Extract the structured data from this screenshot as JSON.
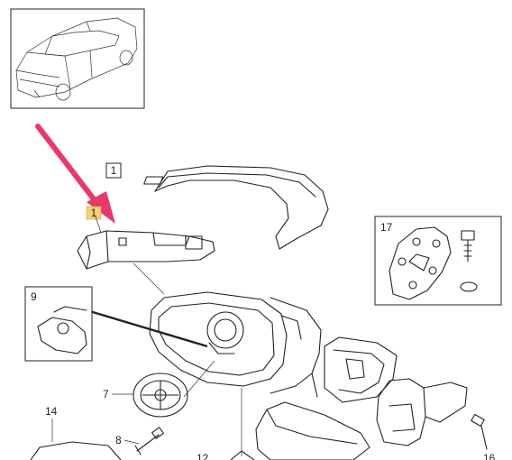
{
  "callouts": {
    "c1": "1",
    "c1b": "1",
    "c7": "7",
    "c8": "8",
    "c9": "9",
    "c12": "12",
    "c14": "14",
    "c16": "16",
    "c17": "17"
  },
  "colors": {
    "arrow": "#e8396a",
    "highlight": "#f2d27a",
    "line": "#222222"
  }
}
